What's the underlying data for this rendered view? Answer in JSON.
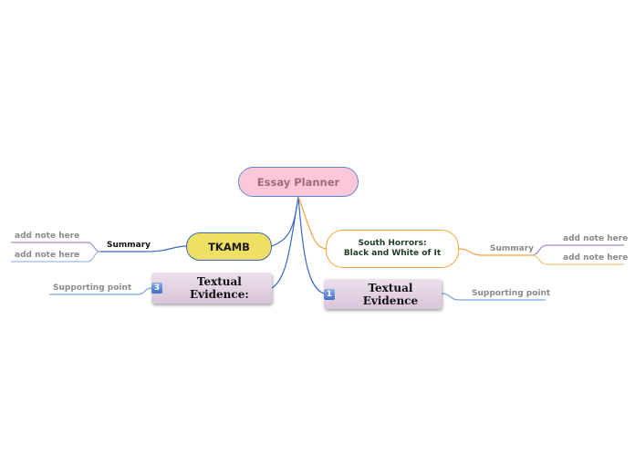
{
  "central": {
    "label": "Essay Planner"
  },
  "left": {
    "tkamb": {
      "label": "TKAMB",
      "summary": "Summary",
      "notes": [
        "add note here",
        "add note here"
      ]
    },
    "evidence3": {
      "badge": "3",
      "label": "Textual Evidence:",
      "support": "Supporting point"
    }
  },
  "right": {
    "south": {
      "line1": "South Horrors:",
      "line2": "Black and White of It",
      "summary": "Summary",
      "notes": [
        "add note here",
        "add note here"
      ]
    },
    "evidence1": {
      "badge": "1",
      "label": "Textual Evidence",
      "support": "Supporting point"
    }
  },
  "colors": {
    "central_fill": "#fcc8d9",
    "tkamb_fill": "#ede062",
    "south_border": "#f3a23a",
    "blue_line": "#3a66c8",
    "note_line": "#a98ac8",
    "evidence_fill": "#ddcade"
  }
}
